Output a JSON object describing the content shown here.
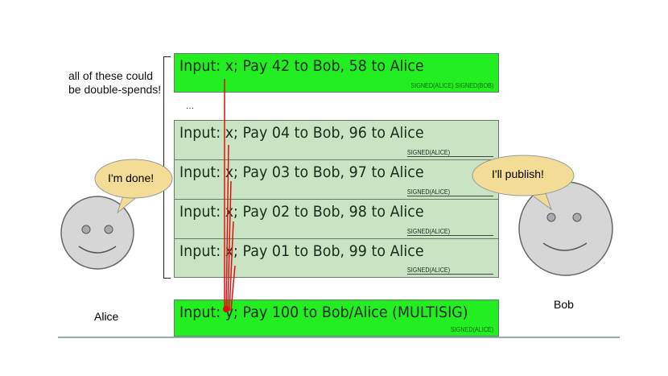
{
  "side_note": "all of these could be double-spends!",
  "ellipsis": "...",
  "top_tx": {
    "text": "Input: x; Pay 42 to Bob, 58 to Alice",
    "sig": "SIGNED(ALICE) SIGNED(BOB)"
  },
  "txs": [
    {
      "text": "Input: x; Pay 04 to Bob, 96 to Alice",
      "sig": "SIGNED(ALICE)"
    },
    {
      "text": "Input: x; Pay 03 to Bob, 97 to Alice",
      "sig": "SIGNED(ALICE)"
    },
    {
      "text": "Input: x; Pay 02 to Bob, 98 to Alice",
      "sig": "SIGNED(ALICE)"
    },
    {
      "text": "Input: x; Pay 01 to Bob, 99 to Alice",
      "sig": "SIGNED(ALICE)"
    }
  ],
  "bottom_tx": {
    "text": "Input: y; Pay 100 to Bob/Alice (MULTISIG)",
    "sig": "SIGNED(ALICE)"
  },
  "alice": {
    "name": "Alice",
    "speech": "I'm done!"
  },
  "bob": {
    "name": "Bob",
    "speech": "I'll publish!"
  },
  "colors": {
    "signed_green": "#22ee22",
    "pending_green": "#c8e4c2",
    "arrow": "#dd1111",
    "bubble": "#f3dc96"
  }
}
